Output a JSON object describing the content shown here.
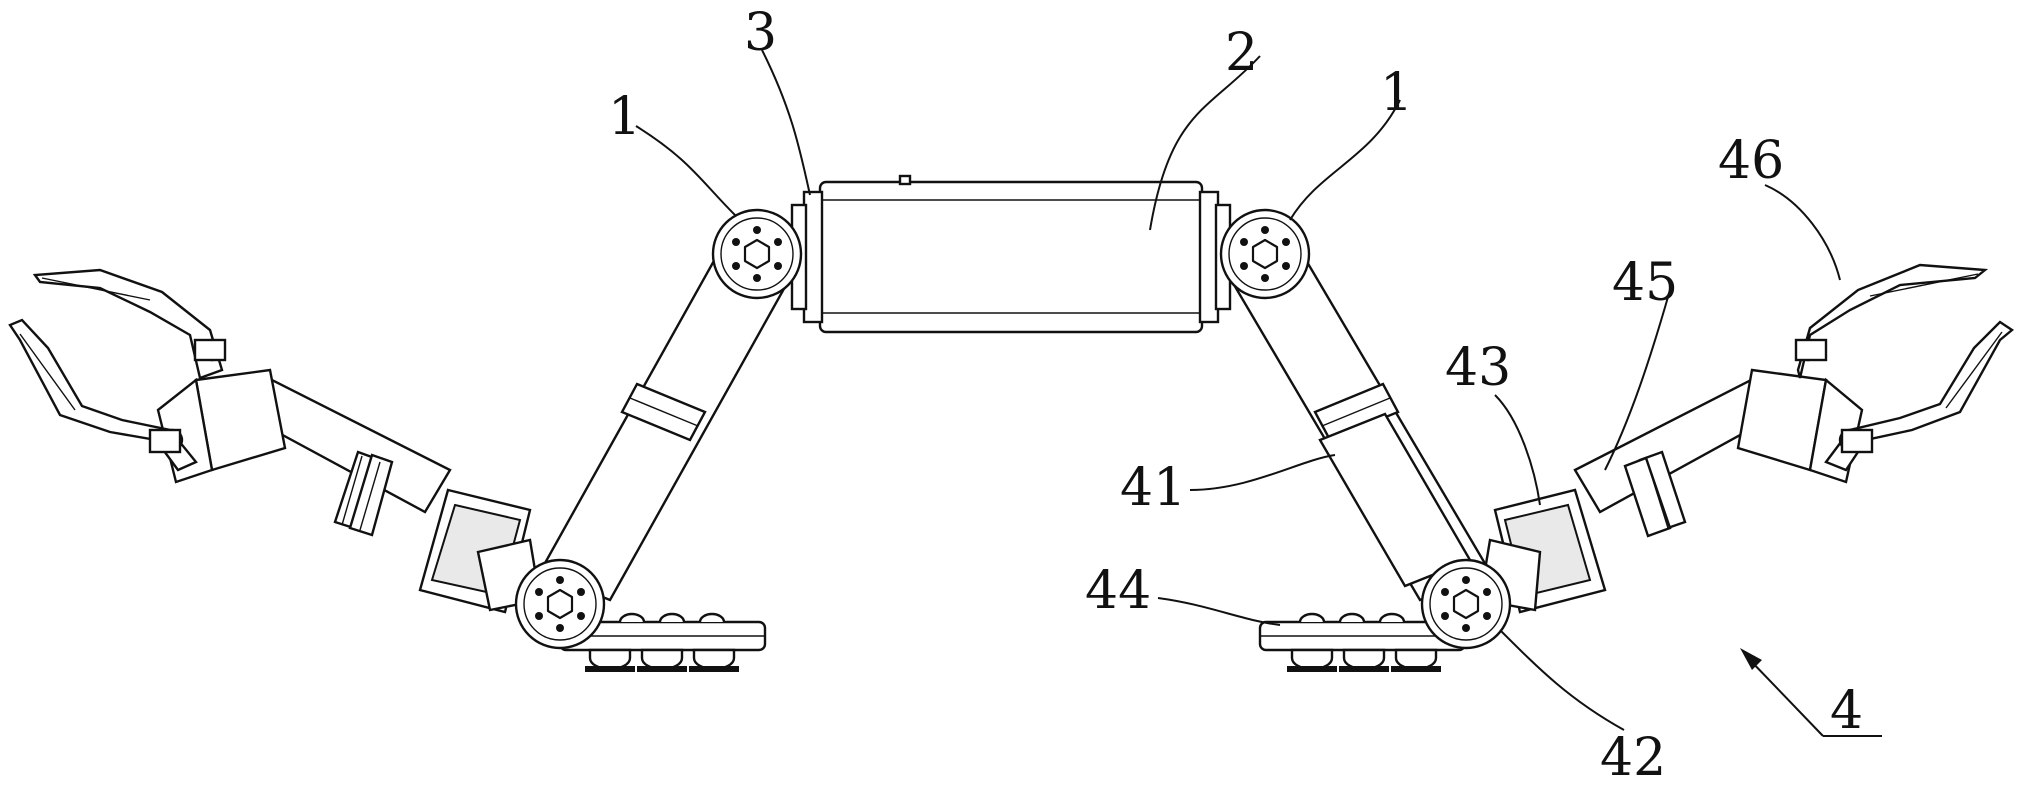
{
  "labels": {
    "l1_left": "1",
    "l3": "3",
    "l2": "2",
    "l1_right": "1",
    "l46": "46",
    "l45": "45",
    "l43": "43",
    "l41": "41",
    "l44": "44",
    "l42": "42",
    "l4": "4"
  }
}
